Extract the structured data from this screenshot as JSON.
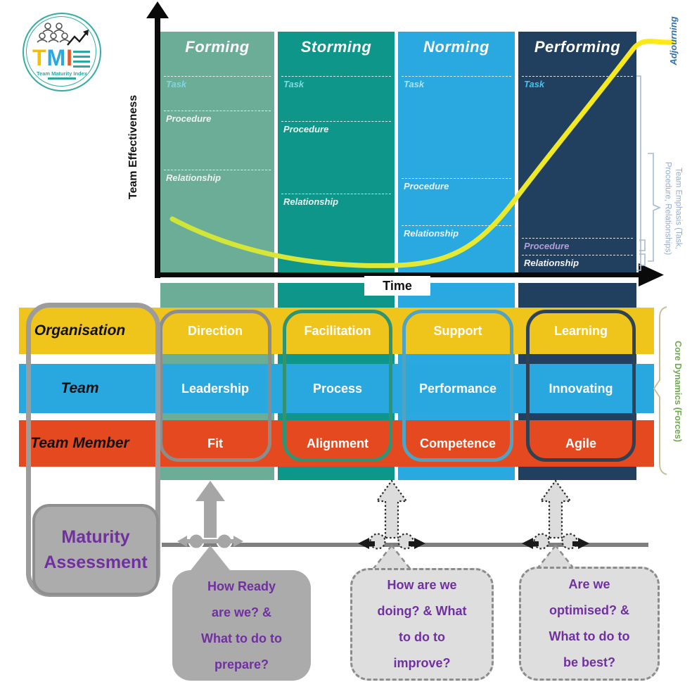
{
  "logo": {
    "letters": [
      {
        "char": "T",
        "color": "#F6BE00"
      },
      {
        "char": "M",
        "color": "#2CA8E0"
      },
      {
        "char": "I",
        "color": "#E05A2B"
      }
    ],
    "caption": "Team Maturity Index",
    "ring_color": "#35ACA4"
  },
  "chart": {
    "y_axis_label": "Team Effectiveness",
    "x_axis_label": "Time",
    "adjourning_label": "Adjourning",
    "adjourning_color": "#2E74B5",
    "emphasis_label": "Team Emphasis (Task, Procedure, Relationships)",
    "emphasis_color": "#94ABD4",
    "curve_color": "#EAE637",
    "stages": [
      {
        "name": "Forming",
        "color": "#6BAD97",
        "bands": [
          {
            "label": "Task",
            "y": 108,
            "label_color": "#7FD6DF"
          },
          {
            "label": "Procedure",
            "y": 157,
            "label_color": "#ECF4F0"
          },
          {
            "label": "Relationship",
            "y": 241,
            "label_color": "#ECF4F0"
          }
        ]
      },
      {
        "name": "Storming",
        "color": "#0F968B",
        "bands": [
          {
            "label": "Task",
            "y": 108,
            "label_color": "#7FD9E2"
          },
          {
            "label": "Procedure",
            "y": 172,
            "label_color": "#ECF4F0"
          },
          {
            "label": "Relationship",
            "y": 275,
            "label_color": "#ECF4F0"
          }
        ]
      },
      {
        "name": "Norming",
        "color": "#29A9E0",
        "bands": [
          {
            "label": "Task",
            "y": 108,
            "label_color": "#A5E4EF"
          },
          {
            "label": "Procedure",
            "y": 253,
            "label_color": "#EAF4FA"
          },
          {
            "label": "Relationship",
            "y": 320,
            "label_color": "#EAF4FA"
          }
        ]
      },
      {
        "name": "Performing",
        "color": "#21405F",
        "bands": [
          {
            "label": "Task",
            "y": 108,
            "label_color": "#44C4E8"
          },
          {
            "label": "Procedure",
            "y": 338,
            "label_color": "#B49FD9"
          },
          {
            "label": "Relationship",
            "y": 362,
            "label_color": "#F5F5F5"
          }
        ]
      }
    ]
  },
  "chart_data": {
    "type": "line",
    "xlabel": "Time",
    "ylabel": "Team Effectiveness",
    "stages_order": [
      "Forming",
      "Storming",
      "Norming",
      "Performing",
      "Adjourning"
    ],
    "series": [
      {
        "name": "Team effectiveness curve",
        "x_norm": [
          0.02,
          0.2,
          0.4,
          0.52,
          0.62,
          0.74,
          0.86,
          0.99,
          1.07
        ],
        "y_norm": [
          0.23,
          0.1,
          0.03,
          0.03,
          0.1,
          0.31,
          0.62,
          0.95,
          0.96
        ]
      }
    ],
    "legend": "none",
    "grid": "dashed band separators per stage"
  },
  "matrix": {
    "side_label": "Core Dynamics (Forces)",
    "side_label_color": "#6FA850",
    "rows": [
      {
        "label": "Organisation",
        "color": "#EFC51C",
        "cells": [
          "Direction",
          "Facilitation",
          "Support",
          "Learning"
        ]
      },
      {
        "label": "Team",
        "color": "#29A8E0",
        "cells": [
          "Leadership",
          "Process",
          "Performance",
          "Innovating"
        ]
      },
      {
        "label": "Team Member",
        "color": "#E5491F",
        "cells": [
          "Fit",
          "Alignment",
          "Competence",
          "Agile"
        ]
      }
    ],
    "column_outline_colors": [
      "#8C8C8C",
      "#2E9474",
      "#4FA3C4",
      "#2F4254"
    ]
  },
  "assessment": {
    "label": "Maturity\nAssessment",
    "text_color": "#7030A0",
    "bubbles": [
      {
        "style": "solid",
        "lines": [
          "How Ready",
          "are we? &",
          "What to do to",
          "prepare?"
        ]
      },
      {
        "style": "dashed",
        "lines": [
          "How are we",
          "doing? & What",
          "to do to",
          "improve?"
        ]
      },
      {
        "style": "dashed",
        "lines": [
          "Are we",
          "optimised? &",
          "What to do to",
          "be best?"
        ]
      }
    ]
  }
}
